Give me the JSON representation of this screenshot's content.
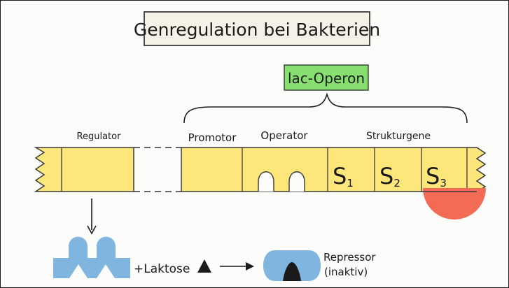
{
  "title": "Genregulation bei Bakterien",
  "operon_label": "lac-Operon",
  "labels": {
    "regulator": "Regulator",
    "promotor": "Promotor",
    "operator": "Operator",
    "strukturgene": "Strukturgene"
  },
  "genes": [
    {
      "letter": "S",
      "index": "1"
    },
    {
      "letter": "S",
      "index": "2"
    },
    {
      "letter": "S",
      "index": "3"
    }
  ],
  "reaction": {
    "plus_lactose": "+Laktose",
    "repressor_label": "Repressor",
    "repressor_state": "(inaktiv)"
  },
  "colors": {
    "dna_fill": "#fde67a",
    "dna_stroke": "#3a3a3a",
    "repressor": "#7fb5de",
    "enzyme": "#f36a55",
    "operon_box": "#86df6e",
    "title_box": "#f4f1e6"
  }
}
